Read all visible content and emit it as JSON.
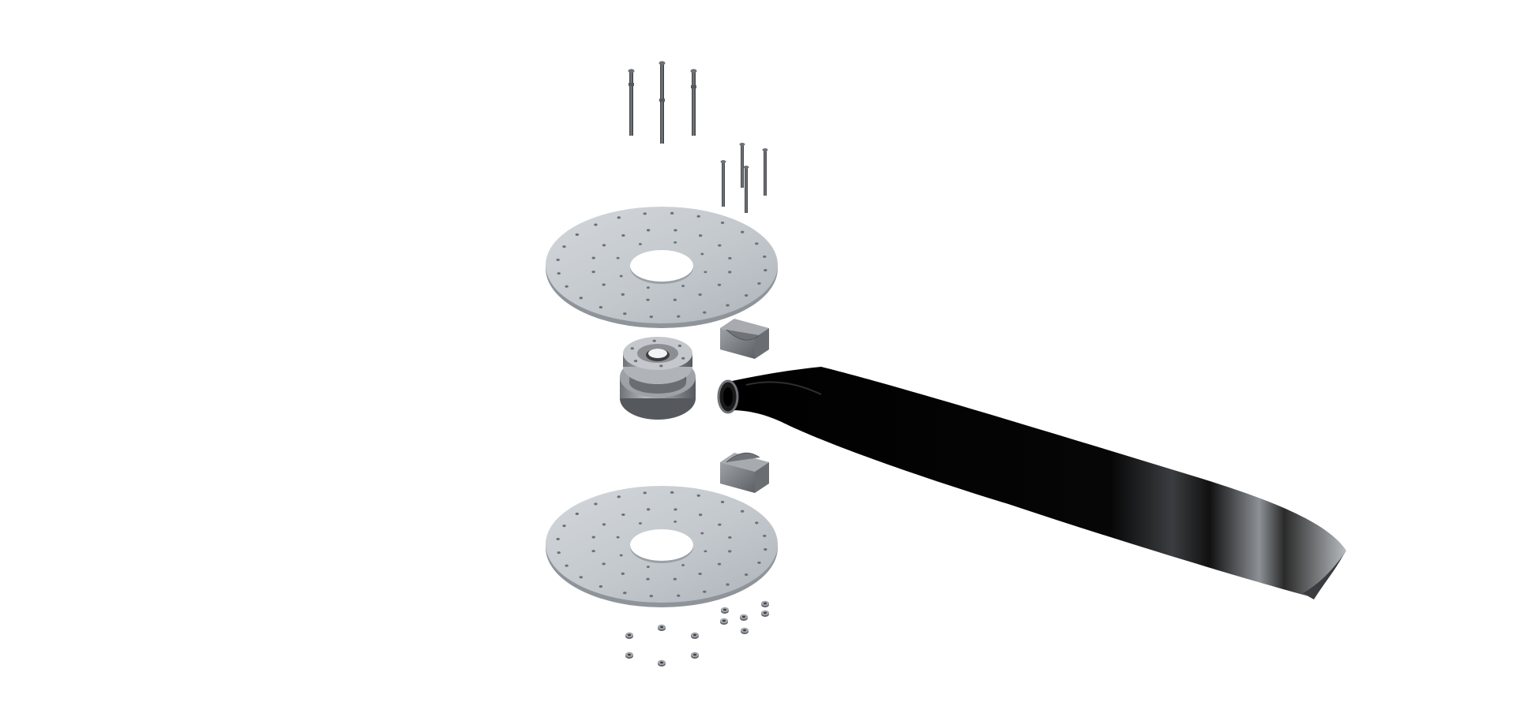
{
  "image": {
    "description_type": "exploded-view rendering",
    "background_color": "#ffffff",
    "parts": [
      {
        "name": "long-bolt",
        "count": 3
      },
      {
        "name": "short-bolt",
        "count": 4
      },
      {
        "name": "upper-disc-plate",
        "count": 1
      },
      {
        "name": "clamp-block",
        "count": 2
      },
      {
        "name": "hub-flange",
        "count": 1
      },
      {
        "name": "rotor-blade",
        "count": 1
      },
      {
        "name": "lower-disc-plate",
        "count": 1
      },
      {
        "name": "nut",
        "count": 12
      }
    ],
    "colors": {
      "plate": "#c4c9ce",
      "plate_edge": "#8a9096",
      "metal_dark": "#5b5e62",
      "metal_mid": "#8c9095",
      "blade": "#050505",
      "blade_tip": "#b9bdc1"
    }
  }
}
